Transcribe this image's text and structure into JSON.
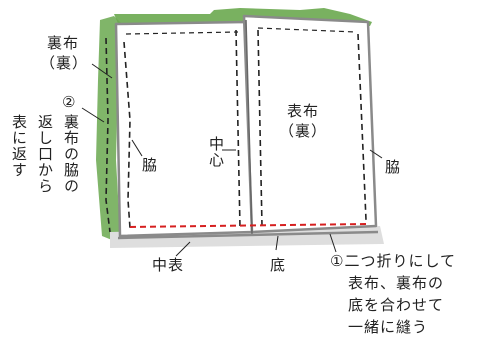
{
  "colors": {
    "outline": "#8a8a8a",
    "stitch": "#222222",
    "seam_red": "#d62020",
    "lining_edge_green": "#6aa84f",
    "shadow_gray": "#cfcfcf"
  },
  "labels": {
    "ura_nuno": "裏布",
    "ura_paren": "（裏）",
    "step2_num": "②",
    "step2_col1": "裏布の脇の",
    "step2_col2": "返し口から",
    "step2_col3": "表に返す",
    "waki_left": "脇",
    "chuushin": "中心",
    "omote_nuno": "表布",
    "omote_paren": "（裏）",
    "waki_right": "脇",
    "naka_omote": "中表",
    "soko": "底",
    "step1_line1": "①二つ折りにして",
    "step1_line2": "表布、裏布の",
    "step1_line3": "底を合わせて",
    "step1_line4": "一緒に縫う"
  }
}
